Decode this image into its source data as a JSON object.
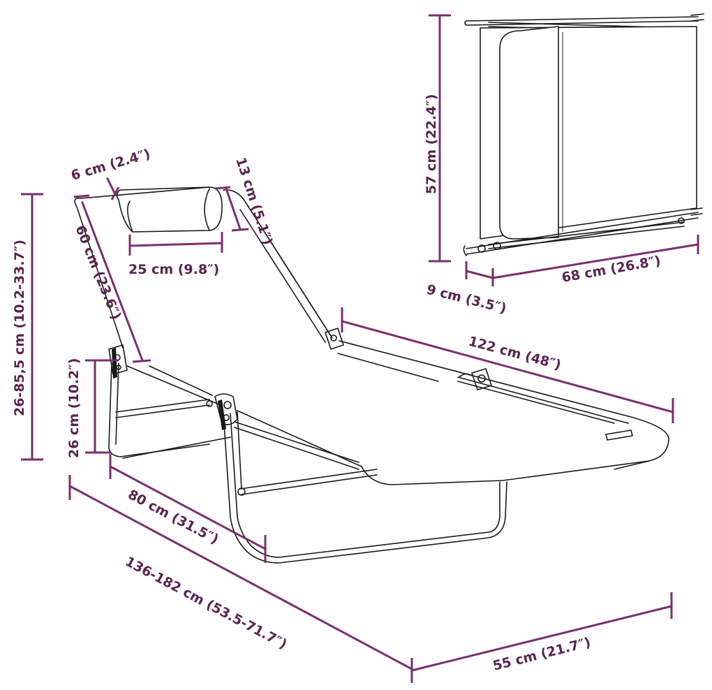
{
  "diagram": {
    "dimensions": {
      "headrest_depth": "6 cm (2.4″)",
      "headrest_height": "13 cm (5.1″)",
      "headrest_width": "25 cm (9.8″)",
      "backrest_length": "60 cm (23.6″)",
      "total_height": "26-85,5 cm (10.2-33.7″)",
      "seat_height": "26 cm (10.2″)",
      "seat_length": "122 cm (48″)",
      "leg_section_length": "80 cm (31.5″)",
      "total_length": "136-182 cm (53.5-71.7″)",
      "width": "55 cm (21.7″)",
      "folded_height": "57 cm (22.4″)",
      "folded_depth": "68 cm (26.8″)",
      "folded_thickness": "9 cm (3.5″)"
    },
    "colors": {
      "dimension_line": "#7a2e6e",
      "dimension_text": "#5a2350",
      "outline": "#1a1a1a"
    }
  }
}
